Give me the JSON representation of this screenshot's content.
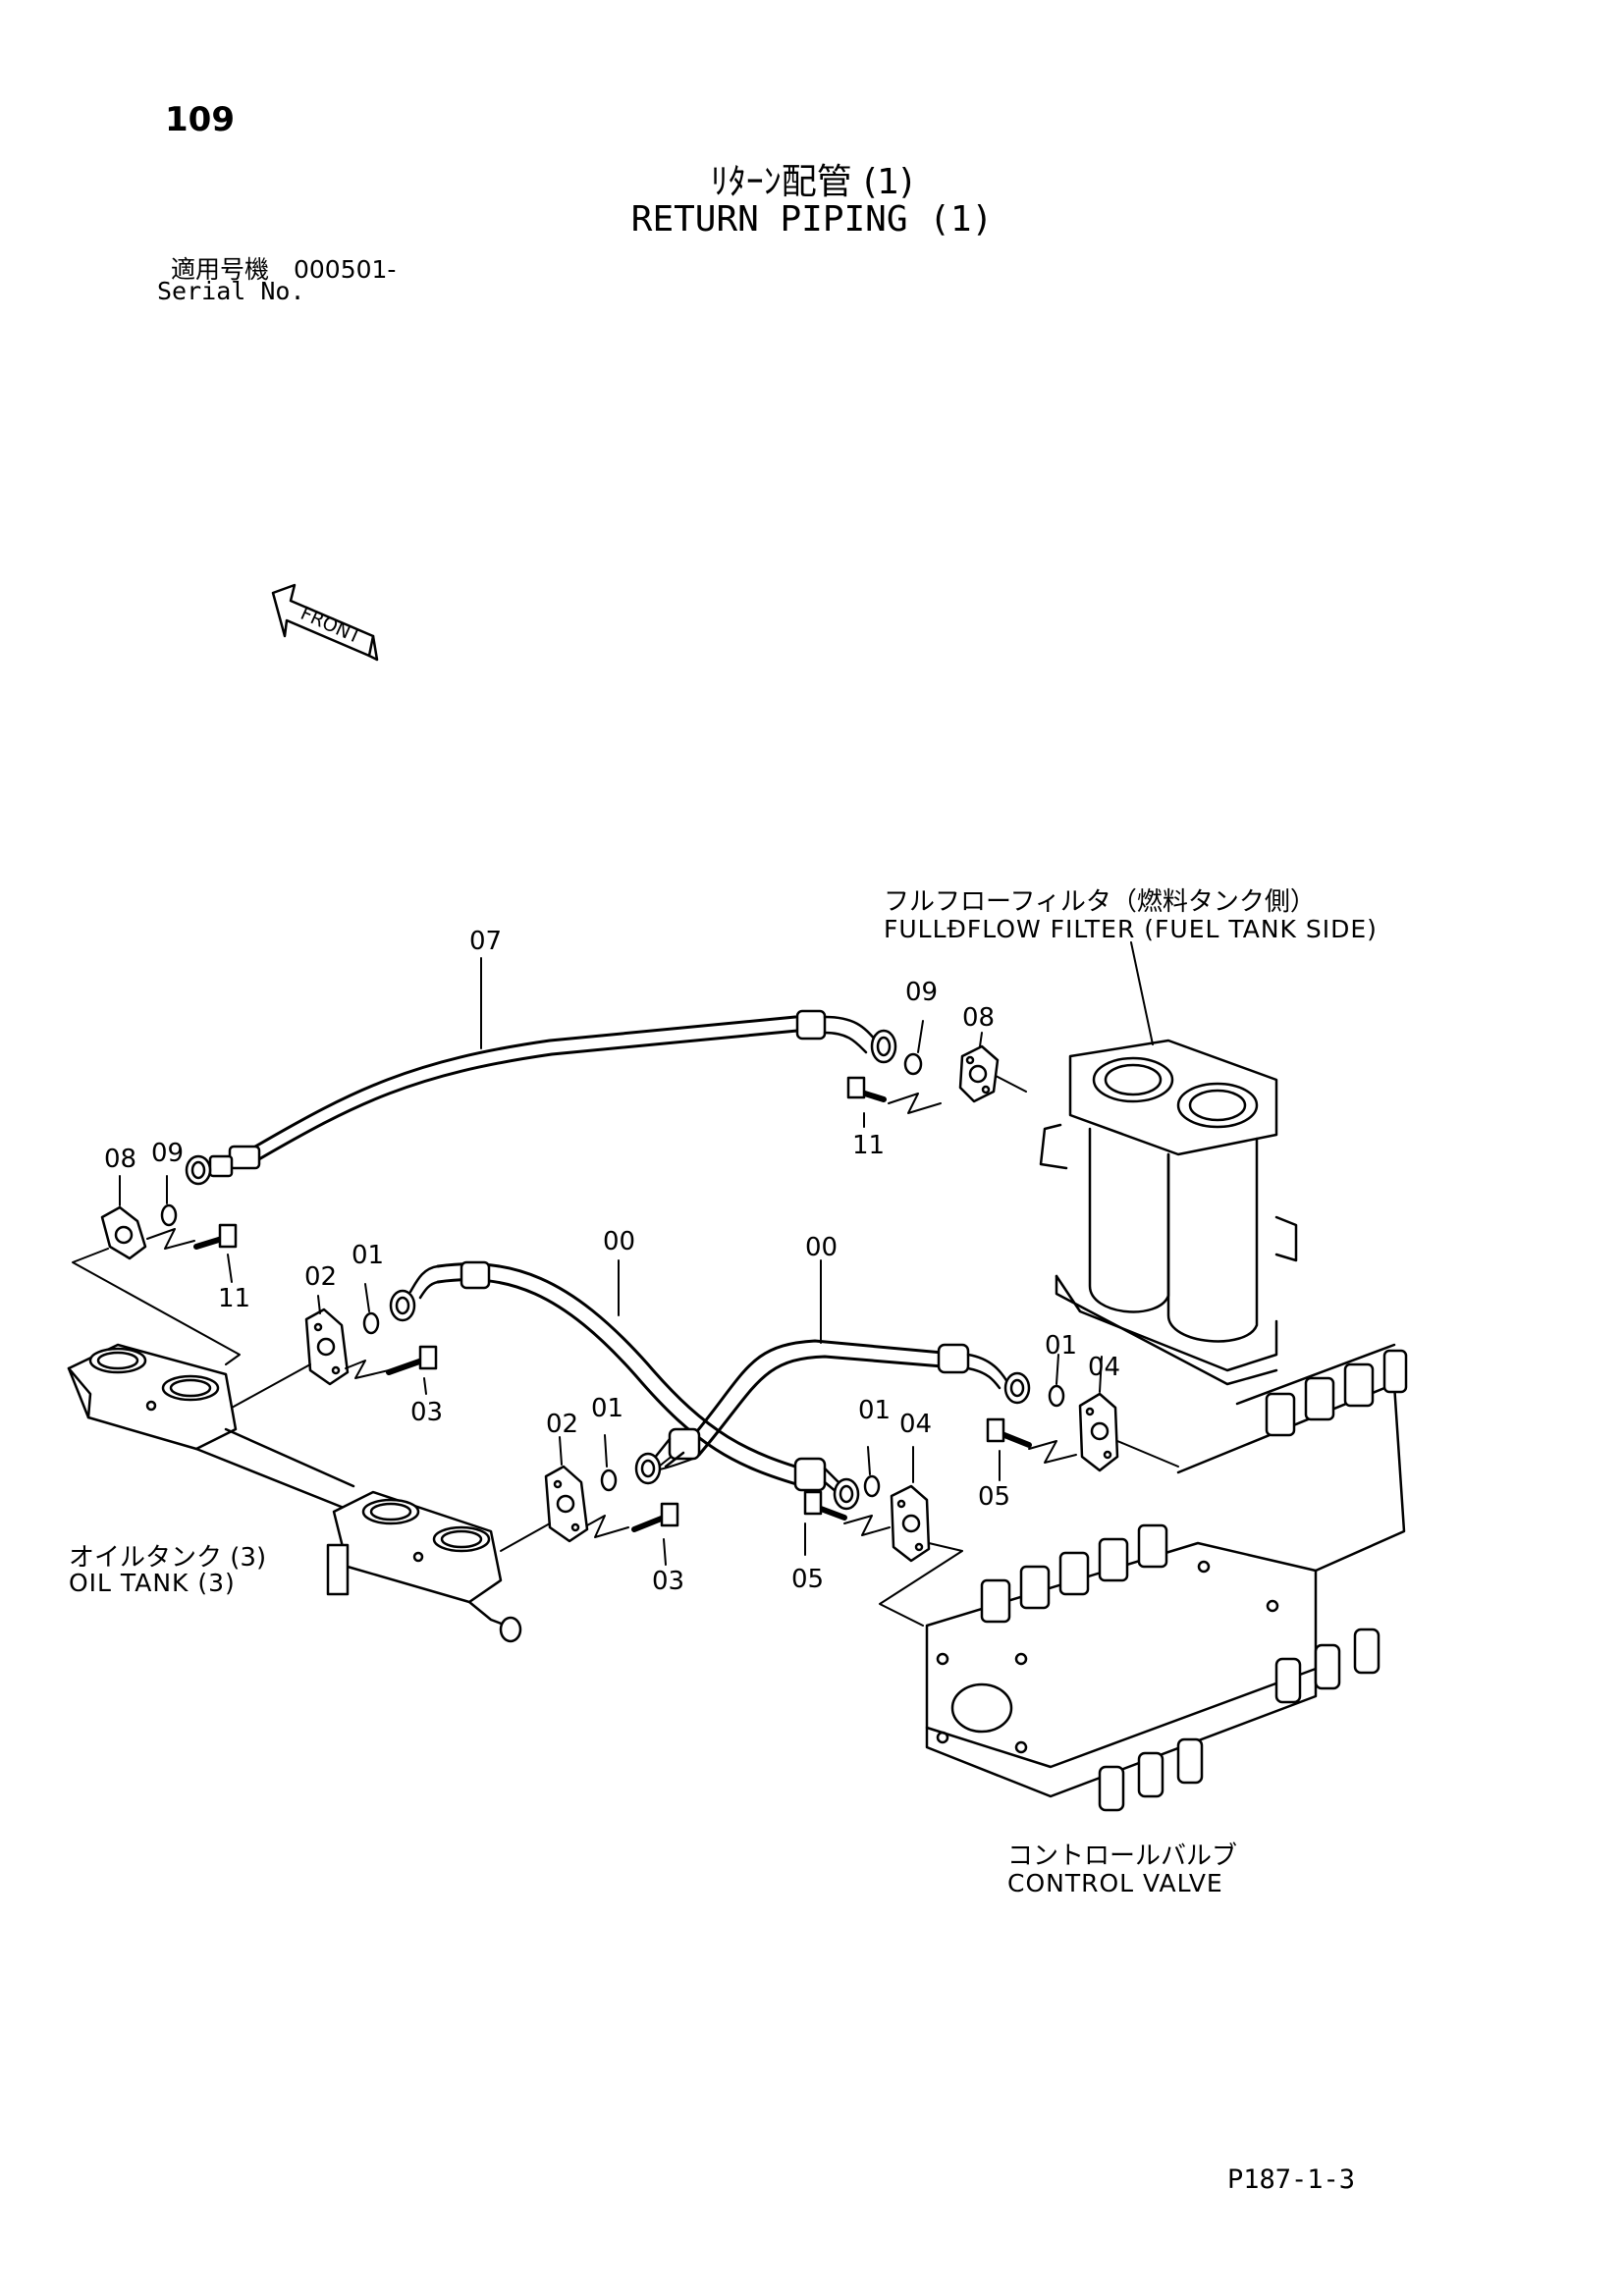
{
  "page_number": "109",
  "title_jp": "ﾘﾀｰﾝ配管 (1)",
  "title_en": "RETURN PIPING (1)",
  "serial_jp": "適用号機　000501-",
  "serial_en": "Serial No.",
  "front_arrow": "FRONT",
  "labels": {
    "filter_jp": "フルフローフィルタ（燃料タンク側）",
    "filter_en": "FULLÐFLOW FILTER (FUEL TANK SIDE)",
    "oil_tank_jp": "オイルタンク (3)",
    "oil_tank_en": "OIL TANK (3)",
    "valve_jp": "コントロールバルブ",
    "valve_en": "CONTROL VALVE"
  },
  "callouts": {
    "c07": "07",
    "c09_right": "09",
    "c08_right": "08",
    "c11_right": "11",
    "c08_left": "08",
    "c09_left": "09",
    "c11_left": "11",
    "c00_a": "00",
    "c00_b": "00",
    "c02_top": "02",
    "c01_top": "01",
    "c03_top": "03",
    "c01_right": "01",
    "c04_right": "04",
    "c05_right": "05",
    "c02_low": "02",
    "c01_low": "01",
    "c03_low": "03",
    "c01_mid": "01",
    "c04_mid": "04",
    "c05_mid": "05"
  },
  "footer_code": "P187-1-3"
}
